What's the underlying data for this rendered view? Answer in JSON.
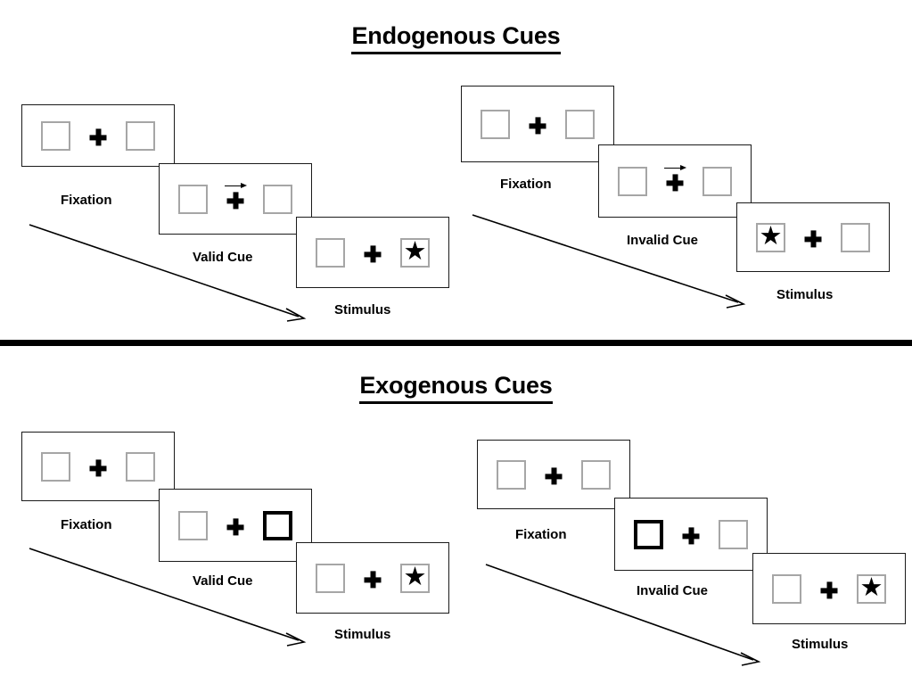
{
  "sections": [
    {
      "id": "endogenous",
      "title": "Endogenous Cues",
      "columns": [
        {
          "id": "endo-valid",
          "panels": [
            {
              "caption": "Fixation",
              "cue": "none",
              "left_content": "empty",
              "right_content": "empty",
              "left_cued": false,
              "right_cued": false
            },
            {
              "caption": "Valid Cue",
              "cue": "arrow-right",
              "left_content": "empty",
              "right_content": "empty",
              "left_cued": false,
              "right_cued": false
            },
            {
              "caption": "Stimulus",
              "cue": "none",
              "left_content": "empty",
              "right_content": "star",
              "left_cued": false,
              "right_cued": false
            }
          ]
        },
        {
          "id": "endo-invalid",
          "panels": [
            {
              "caption": "Fixation",
              "cue": "none",
              "left_content": "empty",
              "right_content": "empty",
              "left_cued": false,
              "right_cued": false
            },
            {
              "caption": "Invalid Cue",
              "cue": "arrow-right",
              "left_content": "empty",
              "right_content": "empty",
              "left_cued": false,
              "right_cued": false
            },
            {
              "caption": "Stimulus",
              "cue": "none",
              "left_content": "star",
              "right_content": "empty",
              "left_cued": false,
              "right_cued": false
            }
          ]
        }
      ]
    },
    {
      "id": "exogenous",
      "title": "Exogenous Cues",
      "columns": [
        {
          "id": "exo-valid",
          "panels": [
            {
              "caption": "Fixation",
              "cue": "none",
              "left_content": "empty",
              "right_content": "empty",
              "left_cued": false,
              "right_cued": false
            },
            {
              "caption": "Valid Cue",
              "cue": "none",
              "left_content": "empty",
              "right_content": "empty",
              "left_cued": false,
              "right_cued": true
            },
            {
              "caption": "Stimulus",
              "cue": "none",
              "left_content": "empty",
              "right_content": "star",
              "left_cued": false,
              "right_cued": false
            }
          ]
        },
        {
          "id": "exo-invalid",
          "panels": [
            {
              "caption": "Fixation",
              "cue": "none",
              "left_content": "empty",
              "right_content": "empty",
              "left_cued": false,
              "right_cued": false
            },
            {
              "caption": "Invalid Cue",
              "cue": "none",
              "left_content": "empty",
              "right_content": "empty",
              "left_cued": true,
              "right_cued": false
            },
            {
              "caption": "Stimulus",
              "cue": "none",
              "left_content": "empty",
              "right_content": "star",
              "left_cued": false,
              "right_cued": false
            }
          ]
        }
      ]
    }
  ],
  "glyphs": {
    "star": "★"
  },
  "colors": {
    "ink": "#000000",
    "frame_border": "#1a1a1a",
    "box_border": "#a6a6a6",
    "cued_box_border": "#000000",
    "background": "#ffffff"
  }
}
